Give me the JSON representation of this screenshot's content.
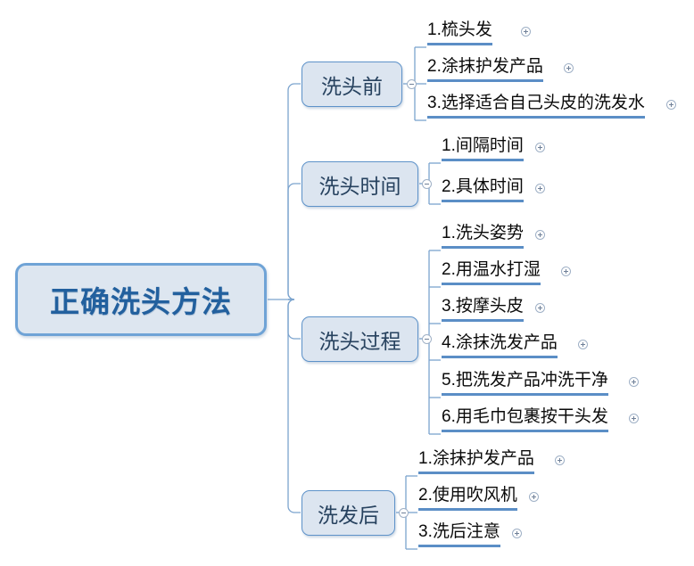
{
  "diagram": {
    "title": "正确洗头方法",
    "type": "mind-map",
    "colors": {
      "node_fill": "#dce5f0",
      "node_border": "#5d92c9",
      "root_border": "#6fa3d6",
      "root_text": "#22609e",
      "branch_text": "#27425f",
      "leaf_text": "#0a0a0a",
      "underline": "#5b8ec6",
      "connector": "#7ba3ce",
      "background": "#ffffff"
    }
  },
  "root": {
    "label": "正确洗头方法"
  },
  "branches": [
    {
      "label": "洗头前",
      "toggle": "collapse-marker",
      "children": [
        {
          "label": "1.梳头发",
          "toggle": "expand-marker"
        },
        {
          "label": "2.涂抹护发产品",
          "toggle": "expand-marker"
        },
        {
          "label": "3.选择适合自己头皮的洗发水",
          "toggle": "expand-marker"
        }
      ]
    },
    {
      "label": "洗头时间",
      "toggle": "collapse-marker",
      "children": [
        {
          "label": "1.间隔时间",
          "toggle": "expand-marker"
        },
        {
          "label": "2.具体时间",
          "toggle": "expand-marker"
        }
      ]
    },
    {
      "label": "洗头过程",
      "toggle": "collapse-marker",
      "children": [
        {
          "label": "1.洗头姿势",
          "toggle": "expand-marker"
        },
        {
          "label": "2.用温水打湿",
          "toggle": "expand-marker"
        },
        {
          "label": "3.按摩头皮",
          "toggle": "expand-marker"
        },
        {
          "label": "4.涂抹洗发产品",
          "toggle": "expand-marker"
        },
        {
          "label": "5.把洗发产品冲洗干净",
          "toggle": "expand-marker"
        },
        {
          "label": "6.用毛巾包裹按干头发",
          "toggle": "expand-marker"
        }
      ]
    },
    {
      "label": "洗发后",
      "toggle": "collapse-marker",
      "children": [
        {
          "label": "1.涂抹护发产品",
          "toggle": "expand-marker"
        },
        {
          "label": "2.使用吹风机",
          "toggle": "expand-marker"
        },
        {
          "label": "3.洗后注意",
          "toggle": "expand-marker"
        }
      ]
    }
  ]
}
